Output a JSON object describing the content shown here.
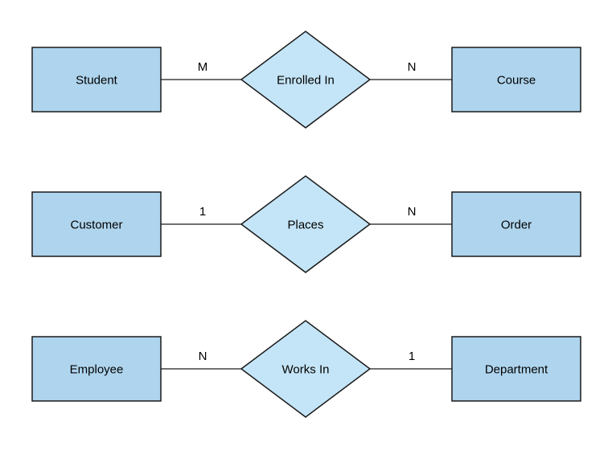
{
  "diagram": {
    "type": "entity-relationship-diagram",
    "colors": {
      "background": "#FFFFFF",
      "entity_fill": "#AFD5EE",
      "relationship_fill": "#C4E5F7",
      "stroke": "#1A1A1A",
      "text": "#000000"
    },
    "rows": [
      {
        "left_entity": "Student",
        "left_cardinality": "M",
        "relationship": "Enrolled In",
        "right_cardinality": "N",
        "right_entity": "Course"
      },
      {
        "left_entity": "Customer",
        "left_cardinality": "1",
        "relationship": "Places",
        "right_cardinality": "N",
        "right_entity": "Order"
      },
      {
        "left_entity": "Employee",
        "left_cardinality": "N",
        "relationship": "Works In",
        "right_cardinality": "1",
        "right_entity": "Department"
      }
    ]
  }
}
